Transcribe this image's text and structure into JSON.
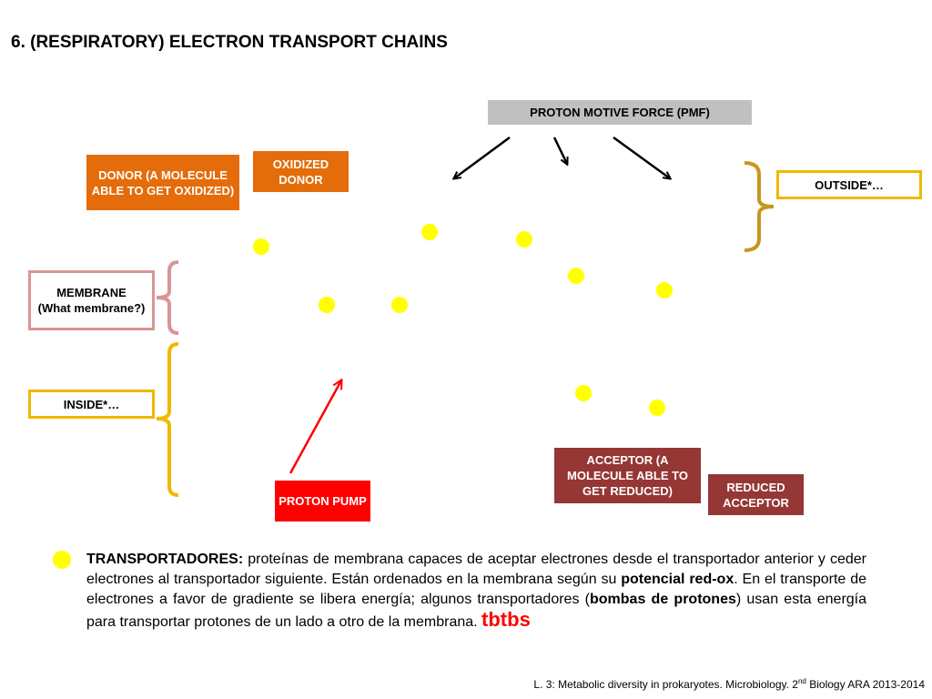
{
  "title": "6. (RESPIRATORY) ELECTRON TRANSPORT CHAINS",
  "boxes": {
    "pmf": "PROTON MOTIVE FORCE (PMF)",
    "donor": "DONOR (A MOLECULE ABLE TO GET OXIDIZED)",
    "oxidized_donor": "OXIDIZED DONOR",
    "outside": "OUTSIDE*…",
    "membrane_line1": "MEMBRANE",
    "membrane_line2": "(What membrane?)",
    "inside": "INSIDE*…",
    "proton_pump": "PROTON PUMP",
    "acceptor": "ACCEPTOR (A MOLECULE ABLE TO GET REDUCED)",
    "reduced_acceptor": "REDUCED ACCEPTOR"
  },
  "legend": {
    "term": "TRANSPORTADORES:",
    "text1": " proteínas de membrana capaces de aceptar electrones desde el transportador anterior y ceder electrones al transportador siguiente. Están ordenados en la membrana según su ",
    "bold1": "potencial red-ox",
    "text2": ". En el transporte de electrones a favor de gradiente se libera energía; algunos transportadores (",
    "bold2": "bombas de protones",
    "text3": ") usan esta energía para transportar protones de un lado a otro de la membrana. ",
    "tbtbs": "tbtbs"
  },
  "footer": {
    "pre": "L. 3: Metabolic diversity in prokaryotes.  Microbiology. 2",
    "sup": "nd",
    "post": " Biology ARA  2013-2014"
  },
  "colors": {
    "transporter": "#ffff00",
    "orange": "#e46c0a",
    "red": "#ff0000",
    "maroon": "#953735",
    "gold_bracket": "#c8961e",
    "yellow_bracket": "#f0b800",
    "pink_bracket": "#d99594"
  }
}
